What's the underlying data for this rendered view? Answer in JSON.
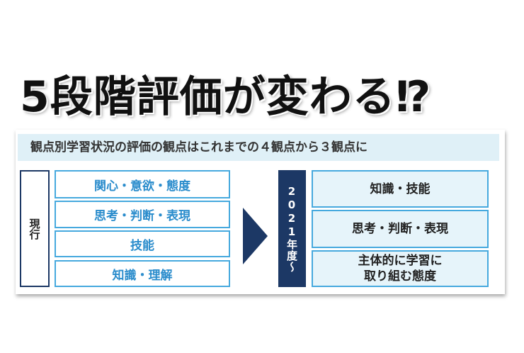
{
  "title": "5段階評価が変わる⁉",
  "card": {
    "header": "観点別学習状況の評価の観点はこれまでの４観点から３観点に",
    "current_label": "現行",
    "current_items": [
      "関心・意欲・態度",
      "思考・判断・表現",
      "技能",
      "知識・理解"
    ],
    "year_label": "2021年度〜",
    "new_items": [
      "知識・技能",
      "思考・判断・表現",
      "主体的に学習に",
      "取り組む態度"
    ],
    "colors": {
      "navy": "#1c3865",
      "blue": "#2a8ccc",
      "light": "#e6f4fa"
    }
  }
}
